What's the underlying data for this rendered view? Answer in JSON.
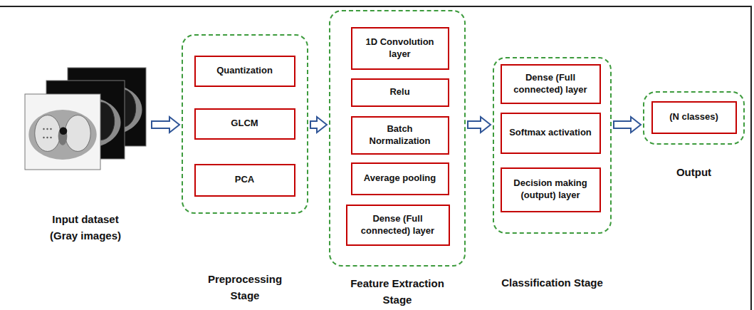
{
  "diagram": {
    "nodes": [
      {
        "text": [
          "Input dataset (Gray images)"
        ]
      },
      {
        "text": [
          "Preprocessing Stage"
        ]
      },
      {
        "text": [
          "Quantization"
        ],
        "in": 1
      },
      {
        "text": [
          "GLCM"
        ],
        "in": 1
      },
      {
        "text": [
          "PCA"
        ],
        "in": 1
      },
      {
        "text": [
          "Feature Extraction Stage"
        ]
      },
      {
        "text": [
          "1D Convolution layer"
        ],
        "in": 5
      },
      {
        "text": [
          "Relu"
        ],
        "in": 5
      },
      {
        "text": [
          "Batch Normalization"
        ],
        "in": 5
      },
      {
        "text": [
          "Average pooling"
        ],
        "in": 5
      },
      {
        "text": [
          "Dense (Full connected) layer"
        ],
        "in": 5
      },
      {
        "text": [
          "Classification Stage"
        ]
      },
      {
        "text": [
          "Dense (Full connected) layer"
        ],
        "in": 11
      },
      {
        "text": [
          "Softmax activation"
        ],
        "in": 11
      },
      {
        "text": [
          "Decision making (output) layer"
        ],
        "in": 11
      },
      {
        "text": [
          "Output"
        ]
      },
      {
        "text": [
          "(N classes)"
        ],
        "in": 15
      }
    ],
    "edges": [
      {
        "from": 0,
        "to": 1,
        "arrow": "to"
      },
      {
        "from": 1,
        "to": 5,
        "arrow": "to"
      },
      {
        "from": 5,
        "to": 11,
        "arrow": "to"
      },
      {
        "from": 11,
        "to": 15,
        "arrow": "to"
      }
    ]
  }
}
